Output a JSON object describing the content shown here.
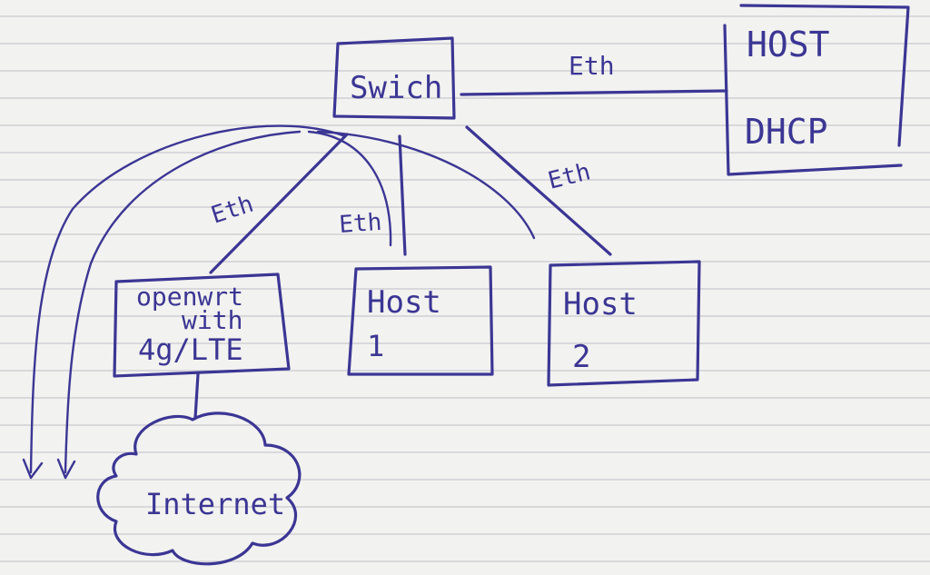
{
  "nodes": {
    "switch": {
      "label": "Swich"
    },
    "host_dhcp": {
      "line1": "HOST",
      "line2": "DHCP"
    },
    "openwrt": {
      "line1": "openwrt",
      "line2": "with",
      "line3": "4g/LTE"
    },
    "host1": {
      "line1": "Host",
      "line2": "1"
    },
    "host2": {
      "line1": "Host",
      "line2": "2"
    },
    "internet": {
      "label": "Internet"
    }
  },
  "links": {
    "switch_host_dhcp": "Eth",
    "switch_openwrt": "Eth",
    "switch_host1": "Eth",
    "switch_host2": "Eth"
  },
  "colors": {
    "ink": "#3b3694",
    "paper": "#f2f2f0",
    "rule": "#c9c9cf"
  }
}
